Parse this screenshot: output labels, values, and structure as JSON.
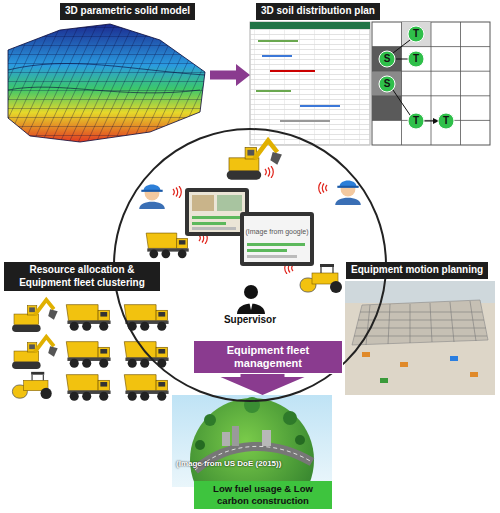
{
  "diagram": {
    "nodes": [
      {
        "text": [
          "3D parametric solid model"
        ]
      },
      {
        "text": [
          "3D soil distribution plan"
        ]
      },
      {
        "text": [
          "Supervisor"
        ]
      },
      {
        "text": [
          "Resource allocation & Equipment fleet clustering"
        ]
      },
      {
        "text": [
          "Equipment motion planning"
        ]
      },
      {
        "text": [
          "Equipment fleet management"
        ],
        "in": 2
      },
      {
        "text": [
          "Low fuel usage & Low carbon construction"
        ]
      }
    ],
    "edges": [
      {
        "from": 0,
        "to": 1,
        "arrow": "to"
      },
      {
        "from": 5,
        "to": 6,
        "arrow": "to"
      }
    ],
    "labels": [
      "T",
      "S",
      "T",
      "S",
      "T",
      "T",
      "(Image from google)",
      "(Image from US DoE (2015))"
    ]
  }
}
